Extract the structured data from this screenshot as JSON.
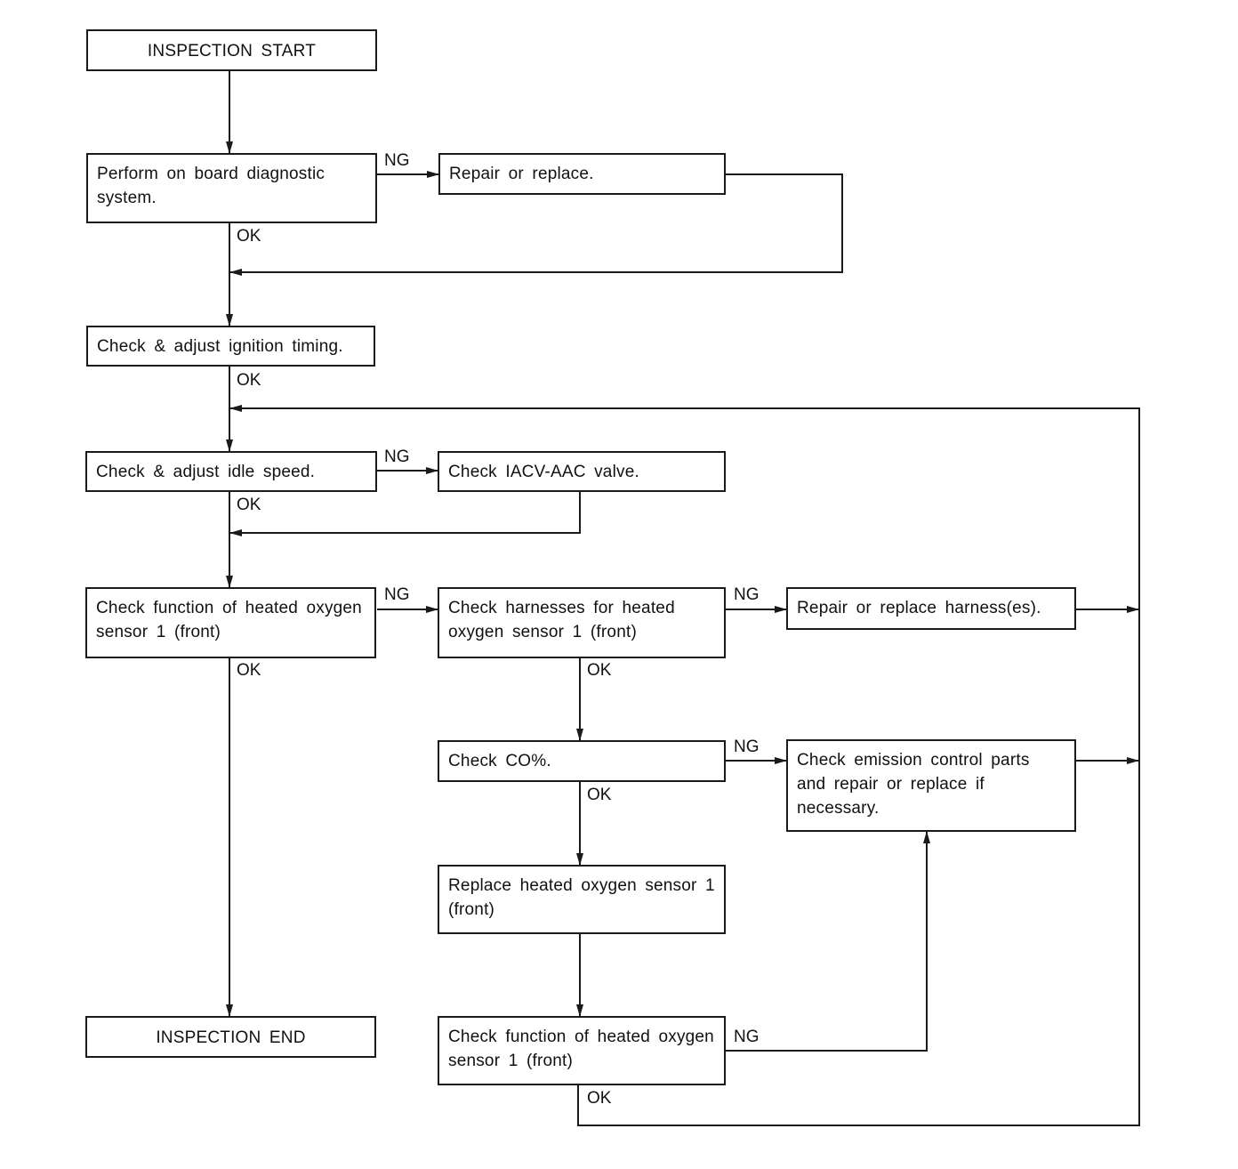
{
  "boxes": {
    "inspection_start": "INSPECTION START",
    "on_board_diagnostic": "Perform on board diagnostic system.",
    "repair_or_replace": "Repair or replace.",
    "ignition_timing": "Check & adjust ignition timing.",
    "idle_speed": "Check & adjust idle speed.",
    "iacv_aac_valve": "Check IACV-AAC valve.",
    "check_o2_function": "Check function of heated oxygen sensor 1 (front)",
    "check_harnesses": "Check harnesses for heated oxygen sensor 1 (front)",
    "repair_harnesses": "Repair or replace harness(es).",
    "check_co": "Check CO%.",
    "check_emission_parts": "Check emission control parts and repair or replace if necessary.",
    "replace_o2_sensor": "Replace heated oxygen sensor 1 (front)",
    "check_o2_function_again": "Check function of heated oxygen sensor 1 (front)",
    "inspection_end": "INSPECTION END"
  },
  "labels": {
    "ok": "OK",
    "ng": "NG"
  }
}
